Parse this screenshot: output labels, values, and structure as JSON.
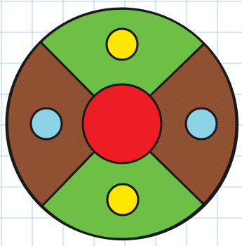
{
  "figure": {
    "description_colors": {
      "background": "#ffffff",
      "grid_line": "#a9d3e6",
      "outline": "#1a1a1a",
      "sector_top_bottom": "#6dbf45",
      "sector_left_right": "#9a5a3a",
      "sector_texture": "#7a3f26",
      "center_circle": "#ee1c24",
      "dot_top_bottom": "#ffe600",
      "dot_left_right": "#8dd3e8"
    },
    "regions": [
      {
        "name": "top-sector",
        "color_key": "sector_top_bottom"
      },
      {
        "name": "bottom-sector",
        "color_key": "sector_top_bottom"
      },
      {
        "name": "left-sector",
        "color_key": "sector_left_right"
      },
      {
        "name": "right-sector",
        "color_key": "sector_left_right"
      }
    ],
    "dots": [
      {
        "name": "top-yellow-dot",
        "color_key": "dot_top_bottom"
      },
      {
        "name": "bottom-yellow-dot",
        "color_key": "dot_top_bottom"
      },
      {
        "name": "left-blue-dot",
        "color_key": "dot_left_right"
      },
      {
        "name": "right-blue-dot",
        "color_key": "dot_left_right"
      }
    ]
  }
}
